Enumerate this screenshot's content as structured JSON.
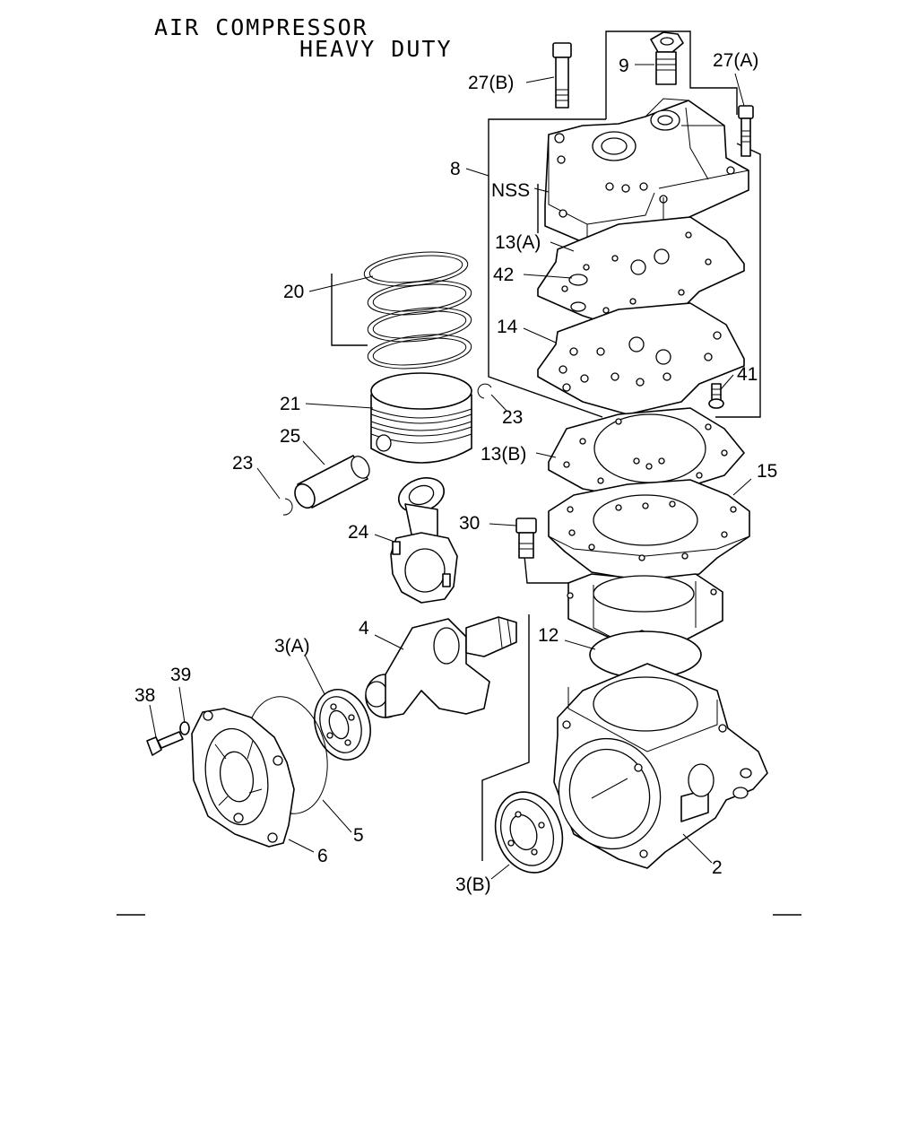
{
  "title": {
    "line1": "AIR COMPRESSOR",
    "line2": "HEAVY DUTY"
  },
  "callouts": {
    "c27b": "27(B)",
    "c9": "9",
    "c27a": "27(A)",
    "c8": "8",
    "nss": "NSS",
    "c13a": "13(A)",
    "c42": "42",
    "c14": "14",
    "c41": "41",
    "c20": "20",
    "c21": "21",
    "c23r": "23",
    "c25": "25",
    "c23l": "23",
    "c13b": "13(B)",
    "c15": "15",
    "c30": "30",
    "c24": "24",
    "c4": "4",
    "c3a": "3(A)",
    "c12": "12",
    "c39": "39",
    "c38": "38",
    "c5": "5",
    "c6": "6",
    "c3b": "3(B)",
    "c2": "2"
  }
}
